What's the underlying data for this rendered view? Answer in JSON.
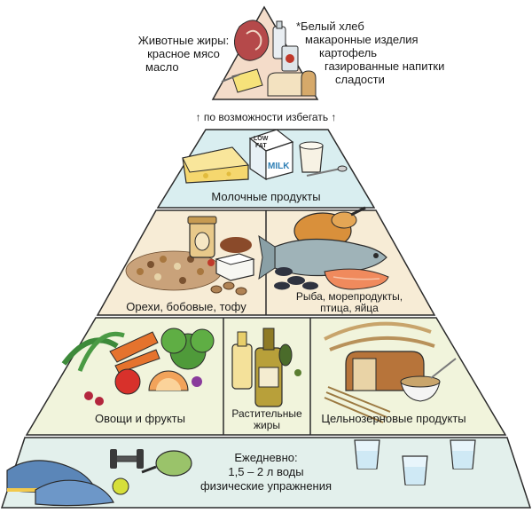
{
  "top": {
    "left_lines": [
      "Животные жиры:",
      "красное мясо",
      "масло"
    ],
    "right_lines": [
      "*Белый хлеб",
      "макаронные изделия",
      "картофель",
      "газированные напитки",
      "сладости"
    ],
    "avoid_note": "↑ по возможности избегать ↑"
  },
  "tiers": {
    "dairy": {
      "label": "Молочные продукты"
    },
    "protein_left": {
      "label": "Орехи, бобовые, тофу"
    },
    "protein_right": {
      "label_lines": [
        "Рыба, морепродукты,",
        "птица, яйца"
      ]
    },
    "plants_veg": {
      "label": "Овощи и фрукты"
    },
    "plants_oil": {
      "label_lines": [
        "Растительные",
        "жиры"
      ]
    },
    "plants_grain": {
      "label": "Цельнозерновые продукты"
    },
    "daily": {
      "label_lines": [
        "Ежедневно:",
        "1,5 – 2 л воды",
        "физические упражнения"
      ]
    }
  },
  "product_text": {
    "milk_carton": [
      "LOW",
      "FAT",
      "MILK"
    ]
  },
  "colors": {
    "outline": "#2b2b2b",
    "top_fill": "#f4dcc9",
    "dairy_fill": "#d9eef0",
    "protein_fill": "#f7ecd6",
    "plants_fill": "#f1f4dc",
    "daily_fill": "#e3f0ec"
  }
}
